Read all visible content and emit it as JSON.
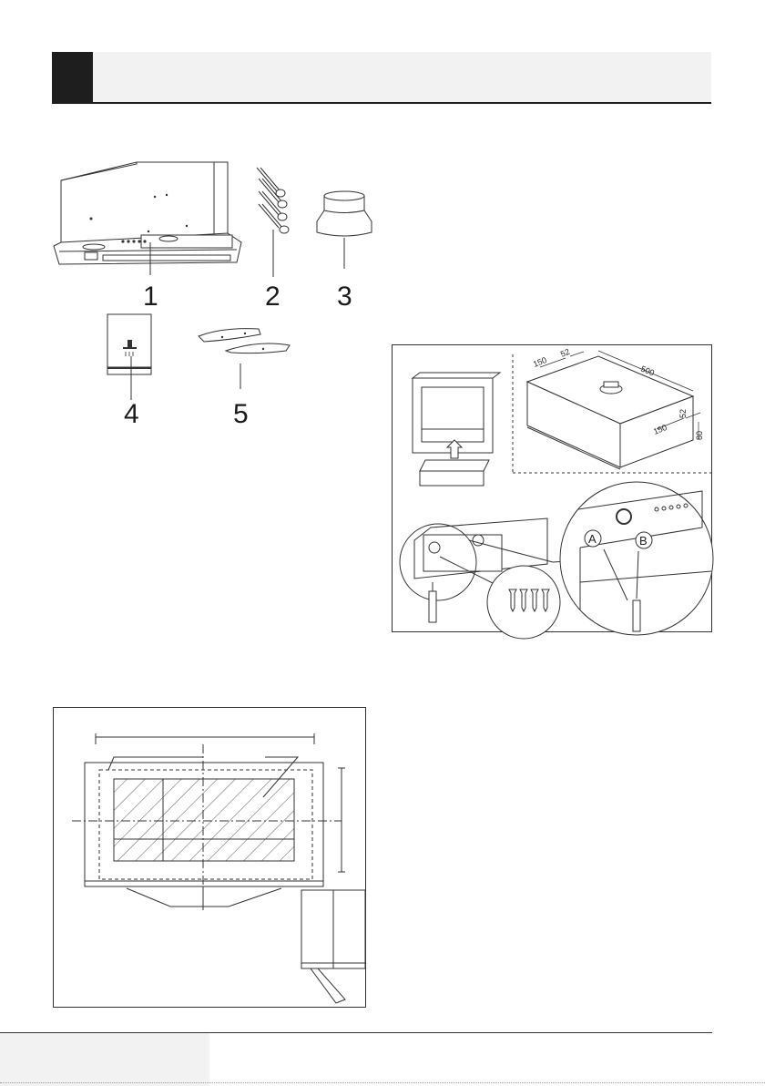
{
  "parts": {
    "items": [
      {
        "number": "1",
        "icon": "hood-unit-icon"
      },
      {
        "number": "2",
        "icon": "screws-icon"
      },
      {
        "number": "3",
        "icon": "duct-adapter-icon"
      },
      {
        "number": "4",
        "icon": "manual-booklet-icon"
      },
      {
        "number": "5",
        "icon": "flaps-icon"
      }
    ]
  },
  "installation": {
    "dimensions": [
      "150",
      "52",
      "500",
      "150",
      "52",
      "80"
    ],
    "callouts": [
      "A",
      "B"
    ]
  },
  "colors": {
    "header_block": "#1e1e1e",
    "header_bar": "#f2f2f2",
    "line": "#333333"
  }
}
